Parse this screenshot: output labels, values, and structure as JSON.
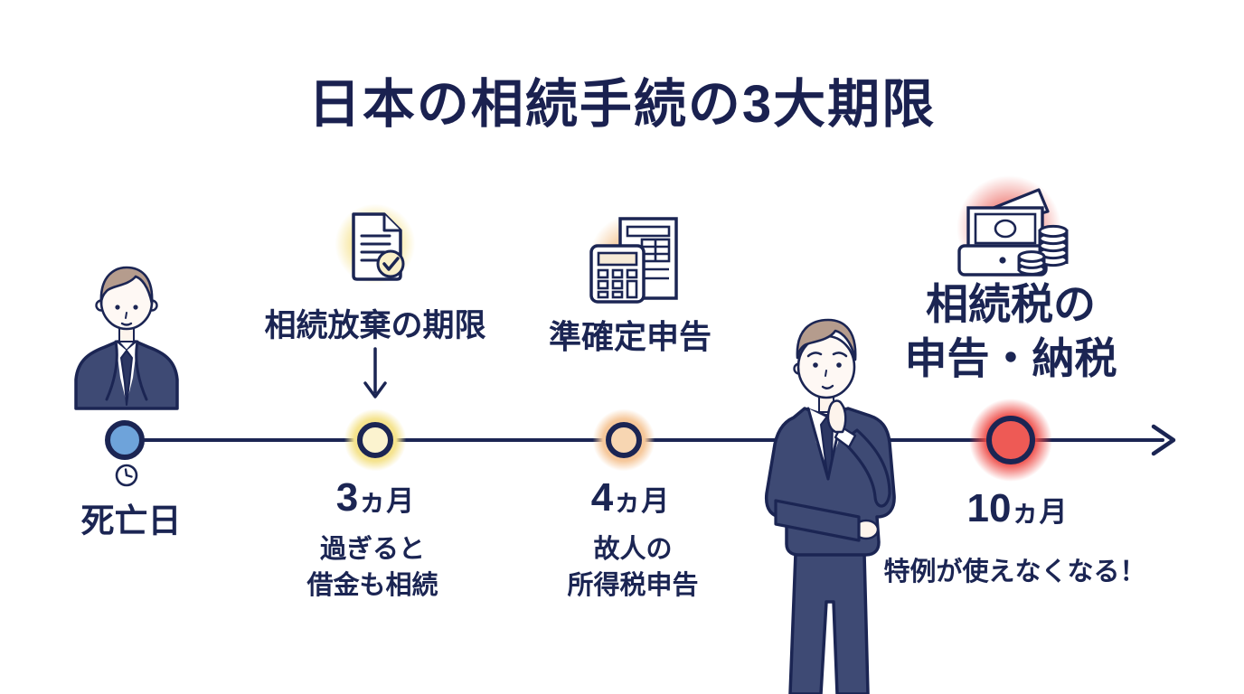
{
  "title": "日本の相続手続の3大期限",
  "milestones": {
    "death": {
      "label": "死亡日"
    },
    "m3": {
      "heading": "相続放棄の期限",
      "time_num": "3",
      "time_unit": "ヵ月",
      "note1": "過ぎると",
      "note2": "借金も相続"
    },
    "m4": {
      "heading": "準確定申告",
      "time_num": "4",
      "time_unit": "ヵ月",
      "note1": "故人の",
      "note2": "所得税申告"
    },
    "m10": {
      "heading_line1": "相続税の",
      "heading_line2": "申告・納税",
      "time_num": "10",
      "time_unit": "ヵ月",
      "note": "特例が使えなくなる！"
    }
  },
  "icons": {
    "death": "clock-icon",
    "m3": "document-check-icon",
    "m4": "calculator-tax-form-icon",
    "m10": "money-tray-coins-icon",
    "m3_pointer": "down-arrow-icon",
    "timeline": "right-arrow-icon"
  },
  "colors": {
    "background": "#ffffff",
    "text_navy": "#1b2553",
    "timeline_navy": "#1b2553",
    "dot_death_fill": "#6ea3da",
    "dot_3m_fill": "#fbf3cf",
    "dot_3m_glow": "#f5e38e",
    "dot_4m_fill": "#f7d6b2",
    "dot_4m_glow": "#f6c89b",
    "dot_10m_fill": "#ee5a55",
    "dot_10m_glow": "#ee4742",
    "suit_navy": "#3e4a74",
    "hair_brown": "#b59c8d",
    "skin": "#fdf4ec"
  }
}
